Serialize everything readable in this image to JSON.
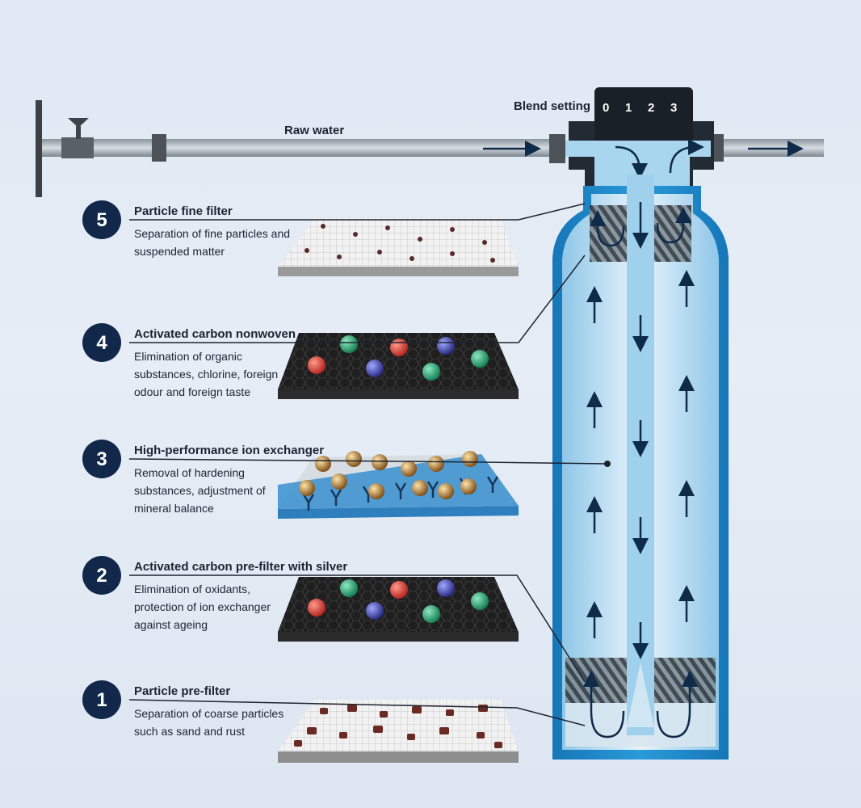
{
  "raw_water_label": "Raw water",
  "blend": {
    "label": "Blend setting",
    "positions": [
      "0",
      "1",
      "2",
      "3"
    ]
  },
  "stages": [
    {
      "number": "5",
      "title": "Particle fine filter",
      "desc": [
        "Separation of fine particles and",
        "suspended matter"
      ]
    },
    {
      "number": "4",
      "title": "Activated carbon nonwoven",
      "desc": [
        "Elimination of organic",
        "substances, chlorine, foreign",
        "odour and foreign taste"
      ]
    },
    {
      "number": "3",
      "title": "High-performance ion exchanger",
      "desc": [
        "Removal of hardening",
        "substances, adjustment of",
        "mineral balance"
      ]
    },
    {
      "number": "2",
      "title": "Activated carbon pre-filter with silver",
      "desc": [
        "Elimination of oxidants,",
        "protection of ion exchanger",
        "against ageing"
      ]
    },
    {
      "number": "1",
      "title": "Particle pre-filter",
      "desc": [
        "Separation of coarse particles",
        "such as sand and rust"
      ]
    }
  ],
  "colors": {
    "badge": "#12284a",
    "cartridge": "#1e88c9",
    "water": "#a9d6ef",
    "carbon": "#2a2a2a",
    "ion_base": "#3a8fd0"
  }
}
